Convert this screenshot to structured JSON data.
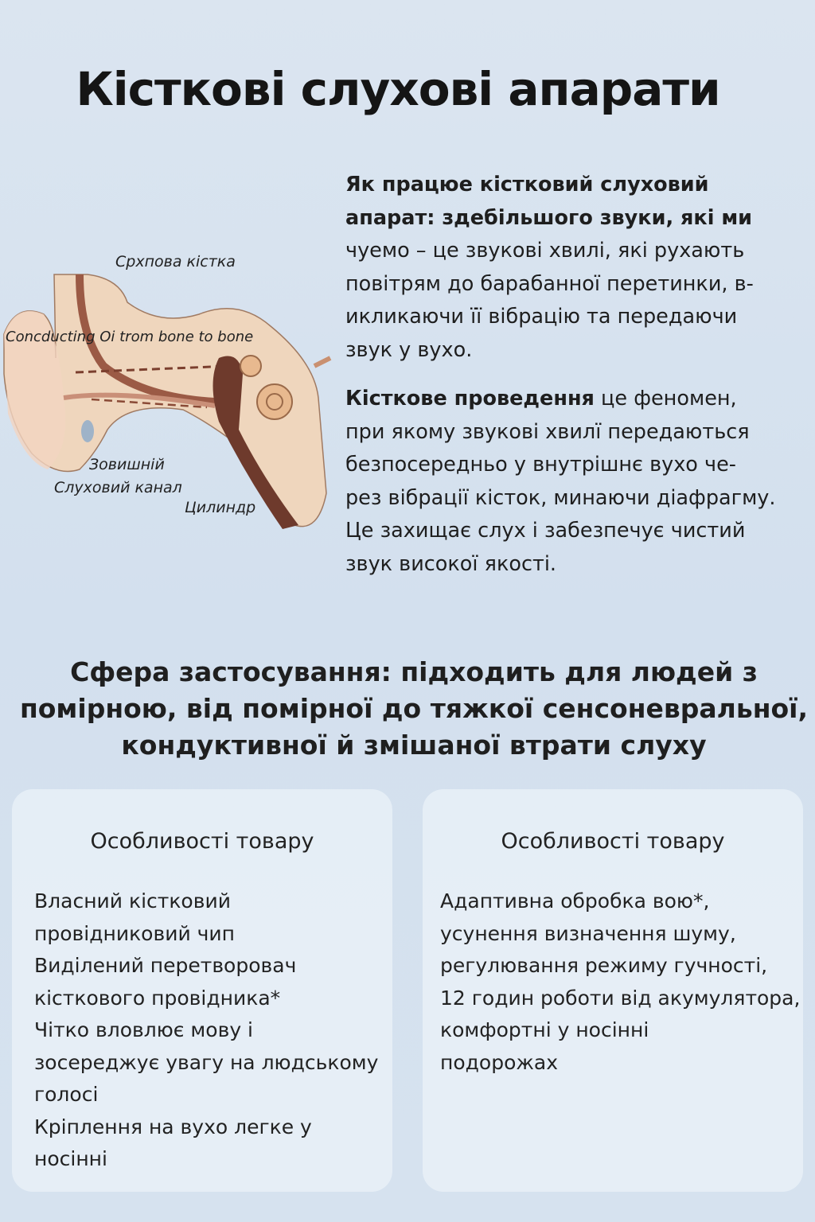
{
  "title": "Кісткові слухові апарати",
  "illustration": {
    "labels": {
      "top_bone": "Срхпова кістка",
      "conducting": "Concducting Oi trom bone to bone",
      "outer": "Зовишній",
      "canal": "Слуховий канал",
      "cylinder": "Цилиндр"
    }
  },
  "description": {
    "p1_bold": [
      "Як працюе кістковий слуховий",
      "апарат: здебільшого звуки, які ми"
    ],
    "p1_regular": [
      "чуемо – це звукові хвилі, які рухають",
      "повітрям до барабанної перетинки, в-",
      "икликаючи її вібрацію та передаючи",
      "звук у вухо."
    ],
    "p2_bold": "Кісткове проведення",
    "p2_first_rest": " це феномен,",
    "p2_regular": [
      "при якому звукові хвилї передаються",
      "безпосередньо у внутрішнє вухо че-",
      "рез вібрації кісток, минаючи діафрагму.",
      "Це захищає слух і забезпечує чистий",
      "звук високої якості."
    ]
  },
  "scope": [
    "Сфера застосування:  підходить для людей з",
    "помірною, від помірної до тяжкої сенсоневральної,",
    "кондуктивної й змішаної втрати слуху"
  ],
  "cards": [
    {
      "title": "Особливості товару",
      "lines": [
        "Власний кістковий",
        "провідниковий чип",
        "Виділений перетворовач",
        "кісткового провідника*",
        "Чітко вловлює мову і",
        "зосереджує увагу на людському",
        "голосі",
        "Кріплення на вухо легке у",
        "носінні"
      ]
    },
    {
      "title": "Особливості товару",
      "lines": [
        "Адаптивна обробка вою*,",
        "усунення визначення шуму,",
        "регулювання режиму гучності,",
        "12 годин роботи від акумулятора,",
        "комфортні у носінні",
        "подорожах"
      ]
    }
  ]
}
